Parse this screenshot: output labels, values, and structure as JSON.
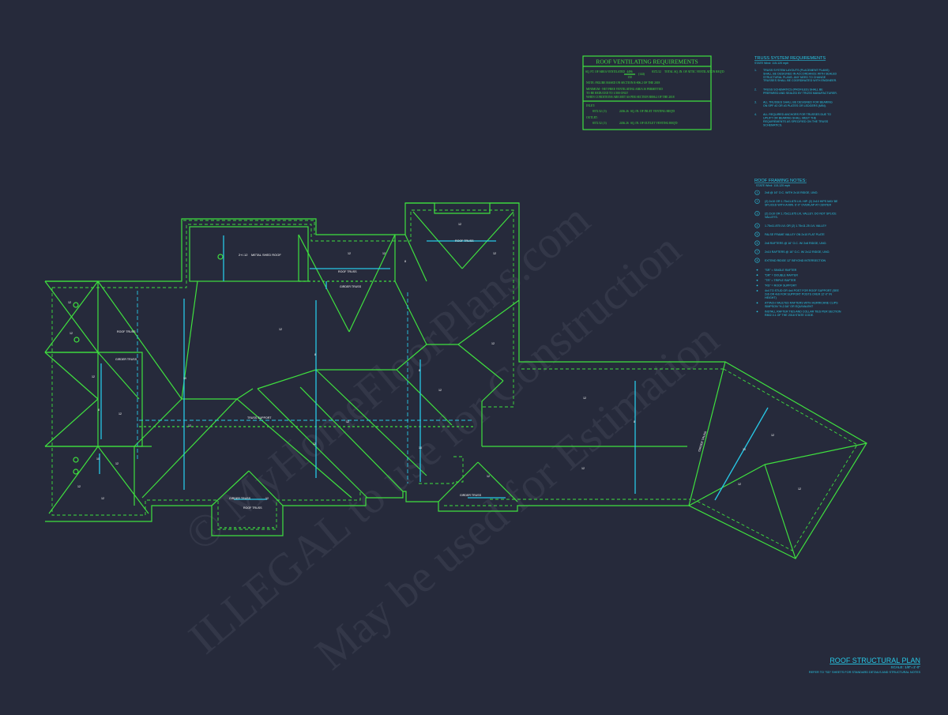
{
  "ventilation": {
    "title": "ROOF VENTILATING REQUIREMENTS",
    "sqft_label": "SQ. FT. OF AREA VENTILATED",
    "formula_a": "4496",
    "formula_b": "(144)",
    "formula_c": "8372.52",
    "formula_d": "150",
    "total_label": "TOTAL SQ. IN. OF ATTIC VENTILATION REQ'D",
    "note1": "NOTE: FIGURE BASED ON SECTION R-806.2 OF THE 2018",
    "note2": "MINIMUM - NET FREE VENTILATING AREA IS PERMITTED",
    "note3": "TO BE REDUCED TO 1/300 ONLY",
    "note4": "WHEN CONDITIONS ARE MET AS PER SECTION R806.2 OF THE 2018",
    "inlet_label": "INLET:",
    "inlet_formula": "8372.52 (.5)",
    "inlet_value": "2436.26",
    "inlet_text": "SQ. IN. OF INLET VENTING REQ'D",
    "outlet_label": "OUTLET:",
    "outlet_formula": "8372.52 (.5)",
    "outlet_value": "2436.26",
    "outlet_text": "SQ. IN. OF OUTLET VENTING REQ'D"
  },
  "truss_notes": {
    "title": "TRUSS SYSTEM REQUIREMENTS",
    "subtitle": "STATE Wind: 115-120 mph",
    "items": [
      {
        "num": "1.",
        "lines": [
          "TRUSS SYSTEM LAYOUTS (PLACEMENT PLANS)",
          "SHALL BE DESIGNED IN ACCORDANCE WITH SEALED",
          "STRUCTURAL PLANS. ANY NEED TO CHANGE",
          "TRUSSES SHALL BE COORDINATED WITH ENGINEER."
        ]
      },
      {
        "num": "2.",
        "lines": [
          "TRUSS SCHEMATICS (PROFILES) SHALL BE",
          "PREPARED AND SEALED BY TRUSS MANUFACTURER."
        ]
      },
      {
        "num": "3.",
        "lines": [
          "ALL TRUSSES SHALL BE DESIGNED FOR BEARING",
          "ON SPF #2 OR #3 PLATES OR LEDGERS (MIN)."
        ]
      },
      {
        "num": "4.",
        "lines": [
          "ALL REQUIRED ANCHORS FOR TRUSSES DUE TO",
          "UPLIFT OR BEARING SHALL MEET THE",
          "REQUIREMENTS AS SPECIFIED ON THE TRUSS",
          "SCHEMATICS."
        ]
      }
    ]
  },
  "framing_notes": {
    "title": "ROOF FRAMING NOTES:",
    "subtitle": "STATE Wind: 115-120 mph",
    "items": [
      {
        "num": "1",
        "lines": [
          "2x8 @ 16\" O.C. WITH 2x10 RIDGE, UNO."
        ]
      },
      {
        "num": "2",
        "lines": [
          "(2) 2x10 OR 1.75x11.875 LVL HIP. (2) 2x10 HIPS MAY BE",
          "SPLICED WITH A MIN. 6'-0\" OVERLAP AT CENTER"
        ]
      },
      {
        "num": "3",
        "lines": [
          "(2) 2x10 OR 1.75x11.875 LVL VALLEY. DO NOT SPLICE",
          "VALLEYS."
        ]
      },
      {
        "num": "4",
        "lines": [
          "1.75x11.875 LVL OR (2) 1.75x11.25 LVL VALLEY"
        ]
      },
      {
        "num": "5",
        "lines": [
          "FALSE FRAME VALLEY ON 2x10 FLAT PLATE"
        ]
      },
      {
        "num": "6",
        "lines": [
          "2x8 RAFTERS @ 16\" O.C. W/ 2x8 RIDGE, UNO."
        ]
      },
      {
        "num": "7",
        "lines": [
          "2x10 RAFTERS @ 16\" O.C. W/ 2x12 RIDGE, UNO."
        ]
      },
      {
        "num": "8",
        "lines": [
          "EXTEND RIDGE 12\" BEYOND INTERSECTION"
        ]
      }
    ],
    "bullets": [
      [
        "\"SR\" = SINGLE RAFTER"
      ],
      [
        "\"DR\" = DOUBLE RAFTER"
      ],
      [
        "\"TR\" = TRIPLE RAFTER"
      ],
      [
        "\"RS\" = ROOF SUPPORT"
      ],
      [
        "4x4 TO STUD OR 4x4 POST FOR ROOF SUPPORT (SEE",
        "2x6 OR 4x6 FOR SUPPORT POSTS OVER 12'-0\" IN",
        "HEIGHT)"
      ],
      [
        "ATTACH VAULTED RAFTERS WITH HURRICANE CLIPS",
        "SIMPSON \"H-2.5A\" OR EQUIVALENT"
      ],
      [
        "INSTALL RAFTER TIES AND COLLAR TIES PER SECTION",
        "R802.3.1 OF THE 2018 STATE CODE."
      ]
    ]
  },
  "plan": {
    "metal_shed": "METAL SHED ROOF",
    "metal_pitch": "2+/-12",
    "label_truss_support": "TRUSS SUPPORT",
    "label_girder_truss": "GIRDER TRUSS",
    "label_roof_truss": "ROOF TRUSS",
    "label_girder": "GIRDER TRUSS",
    "pitch": "12",
    "pitch_a": "8",
    "pitch_b": "10"
  },
  "title_block": {
    "title": "ROOF STRUCTURAL PLAN",
    "scale": "SCALE: 1/8\"=1'-0\"",
    "refer": "REFER TO \"SD\" SHEETS FOR STANDARD DETAILS AND STRUCTURAL NOTES"
  },
  "watermark": {
    "line1": "© MyHomeFloorPlans.com",
    "line2": "ILLEGAL to use for Construction",
    "line3": "May be used for Estimation"
  }
}
